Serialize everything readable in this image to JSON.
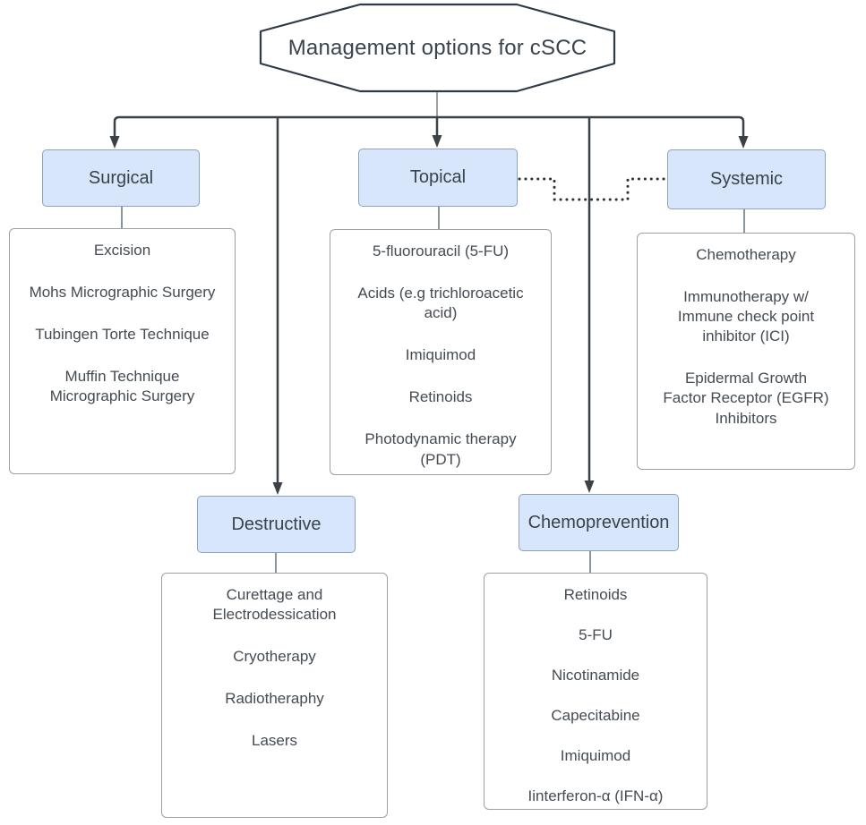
{
  "title": "Management options for cSCC",
  "categories": [
    {
      "id": "surgical",
      "label": "Surgical",
      "items": [
        "Excision",
        "Mohs Micrographic Surgery",
        "Tubingen Torte Technique",
        "Muffin  Technique\nMicrographic Surgery"
      ]
    },
    {
      "id": "topical",
      "label": "Topical",
      "items": [
        "5-fluorouracil (5-FU)",
        "Acids (e.g trichloroacetic\nacid)",
        "Imiquimod",
        "Retinoids",
        "Photodynamic therapy\n(PDT)"
      ]
    },
    {
      "id": "systemic",
      "label": "Systemic",
      "items": [
        "Chemotherapy",
        "Immunotherapy w/\nImmune check point\ninhibitor (ICI)",
        "Epidermal Growth\nFactor Receptor (EGFR)\nInhibitors"
      ]
    },
    {
      "id": "destructive",
      "label": "Destructive",
      "items": [
        "Curettage and\nElectrodessication",
        "Cryotherapy",
        "Radiotheraphy",
        "Lasers"
      ]
    },
    {
      "id": "chemoprevention",
      "label": "Chemoprevention",
      "items": [
        "Retinoids",
        "5-FU",
        "Nicotinamide",
        "Capecitabine",
        "Imiquimod",
        "Iinterferon-α (IFN-α)"
      ]
    }
  ],
  "colors": {
    "category_fill": "#d7e6fa",
    "category_border": "#8ca3bf",
    "list_border": "#9aa1a7",
    "connector_dark": "#3a4147",
    "connector_gray": "#8d959c",
    "octagon_stroke": "#2e3a47",
    "text": "#39434e"
  }
}
